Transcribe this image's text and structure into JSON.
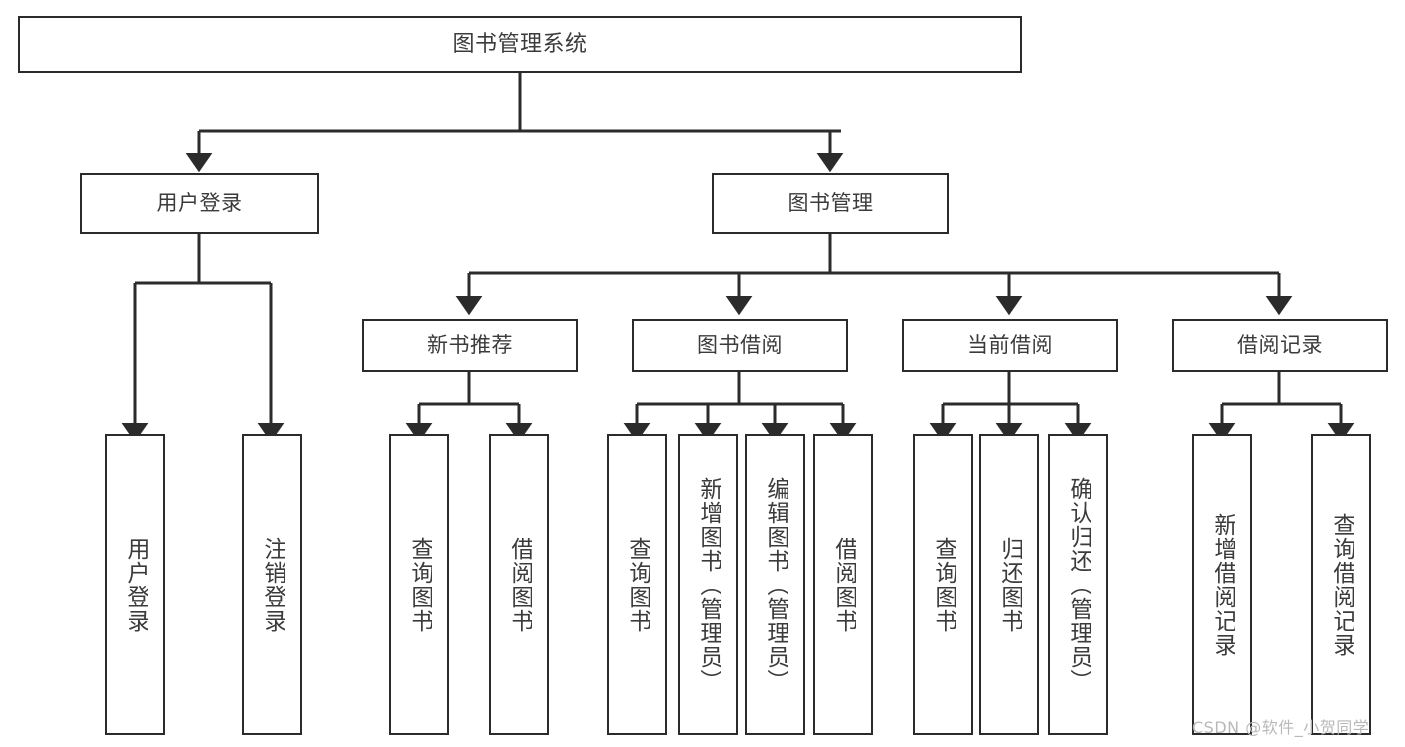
{
  "diagram": {
    "title": "图书管理系统",
    "type": "tree",
    "colors": {
      "node_border": "#2b2b2b",
      "node_fill": "#ffffff",
      "text": "#3b3b3b",
      "edge": "#2b2b2b",
      "watermark": "#b9b9b9",
      "background": "#ffffff"
    },
    "watermark": "CSDN @软件_小贺同学",
    "levels": {
      "root": {
        "label": "图书管理系统"
      },
      "level2": [
        {
          "label": "用户登录"
        },
        {
          "label": "图书管理"
        }
      ],
      "level3": [
        {
          "label": "新书推荐"
        },
        {
          "label": "图书借阅"
        },
        {
          "label": "当前借阅"
        },
        {
          "label": "借阅记录"
        }
      ],
      "leaves": {
        "user_login": [
          {
            "label": "用户登录"
          },
          {
            "label": "注销登录"
          }
        ],
        "new_book_recommend": [
          {
            "label": "查询图书"
          },
          {
            "label": "借阅图书"
          }
        ],
        "book_borrow": [
          {
            "label": "查询图书"
          },
          {
            "label": "新增图书（管理员）"
          },
          {
            "label": "编辑图书（管理员）"
          },
          {
            "label": "借阅图书"
          }
        ],
        "current_borrow": [
          {
            "label": "查询图书"
          },
          {
            "label": "归还图书"
          },
          {
            "label": "确认归还（管理员）"
          }
        ],
        "borrow_record": [
          {
            "label": "新增借阅记录"
          },
          {
            "label": "查询借阅记录"
          }
        ]
      }
    }
  }
}
